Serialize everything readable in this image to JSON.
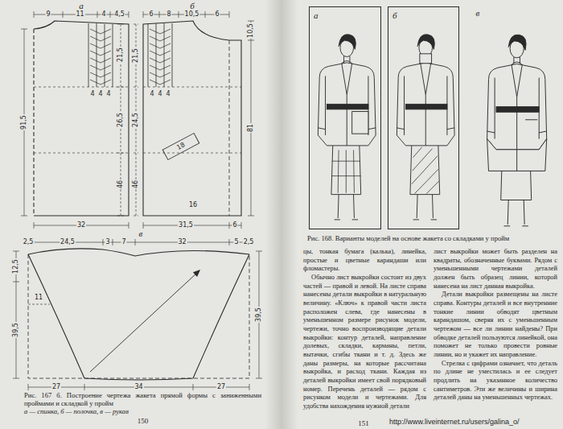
{
  "diagram": {
    "nodes": [
      {
        "text": [
          "а"
        ]
      },
      {
        "text": [
          "б"
        ]
      }
    ],
    "labels": [
      "а",
      "9",
      "11",
      "4",
      "4,5",
      "21,5",
      "4",
      "4",
      "4",
      "26,5",
      "91,5",
      "46",
      "32",
      "б",
      "6",
      "8",
      "10,5",
      "6",
      "10,5",
      "21,5",
      "4",
      "4",
      "4",
      "24,5",
      "18",
      "46",
      "81",
      "16",
      "31,5",
      "6",
      "в",
      "2,5",
      "24,5",
      "3",
      "7",
      "32",
      "5",
      "2,5",
      "12,5",
      "11",
      "39,5",
      "39,5",
      "27",
      "34",
      "27",
      "Рис. 167 б. Построение чертежа жакета прямой формы с заниженными проймами и складкой у пройм",
      "а — спинка, б — полочка, в — рукав",
      "150",
      "Рис. 168. Варианты моделей на основе жакета со складками у пройм",
      "цы, тонкая бумага (калька), линейка, простые и цветные карандаши или фломастеры.",
      "Обычно лист выкройки состоит из двух частей — правой и левой. На листе справа нанесены детали выкройки в натуральную величину. «Ключ» к правой части листа расположен слева, где нанесены в уменьшенном размере рисунок модели, чертежи, точно воспроизводящие детали выкройки: контур деталей, направление долевых, складки, карманы, петли, вытачки, сгибы ткани и т. д. Здесь же даны размеры, на которые рассчитана выкройка, и расход ткани. Каждая из деталей выкройки имеет свой порядковый номер. Перечень деталей — рядом с рисунком модели и чертежами. Для удобства нахождения нужной детали",
      "лист выкройки может быть разделен на квадраты, обозначенные буквами. Рядом с уменьшенными чертежами деталей должен быть образец линии, которой нанесена на лист данная выкройка.",
      "Детали выкройки размещены на листе справа. Контуры деталей и все внутренние тонкие линии обводят цветным карандашом, сверяя их с уменьшенным чертежом — все ли линии найдены? При обводке деталей пользуются линейкой, она поможет не только провести ровные линии, но и укажет их направление.",
      "Стрелка с цифрами означает, что деталь по длине не уместилась и ее следует продлить на указанное количество сантиметров. Эти же величины и ширина деталей даны на уменьшенных чертежах.",
      "151",
      "http://www.liveinternet.ru/users/galina_o/",
      "в"
    ]
  }
}
